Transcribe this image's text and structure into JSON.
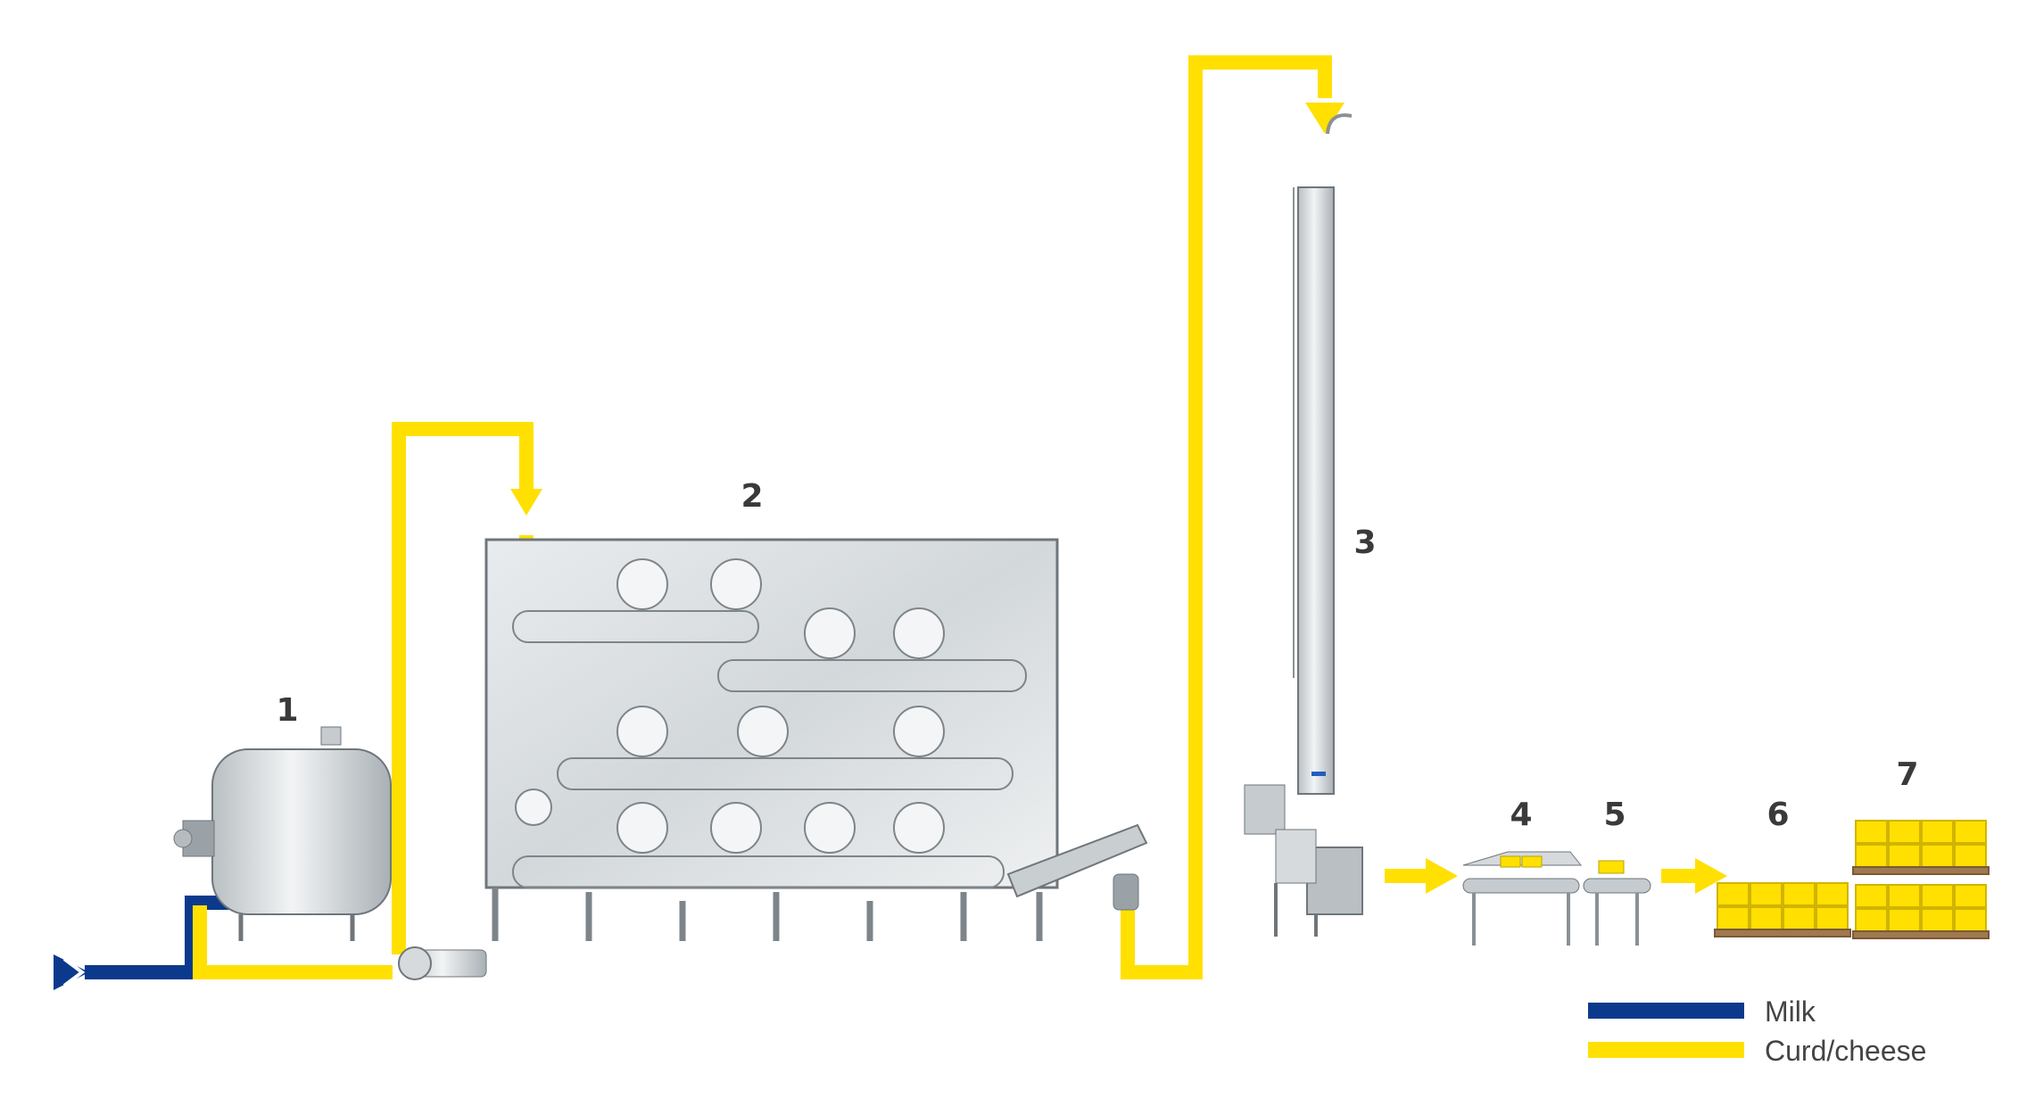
{
  "steps": [
    {
      "number": "1",
      "equipment": "cheese vat"
    },
    {
      "number": "2",
      "equipment": "cheddaring machine"
    },
    {
      "number": "3",
      "equipment": "block former tower"
    },
    {
      "number": "4",
      "equipment": "bagging conveyor"
    },
    {
      "number": "5",
      "equipment": "sealing conveyor"
    },
    {
      "number": "6",
      "equipment": "packed blocks on pallet"
    },
    {
      "number": "7",
      "equipment": "stacked pallets"
    }
  ],
  "legend": [
    {
      "label": "Milk",
      "color": "#0b3a8c"
    },
    {
      "label": "Curd/cheese",
      "color": "#ffe000"
    }
  ],
  "colors": {
    "milk": "#0b3a8c",
    "curd": "#ffe000",
    "equipment": "#d6dadd",
    "outline": "#6f767b",
    "text": "#3a3a3a"
  }
}
